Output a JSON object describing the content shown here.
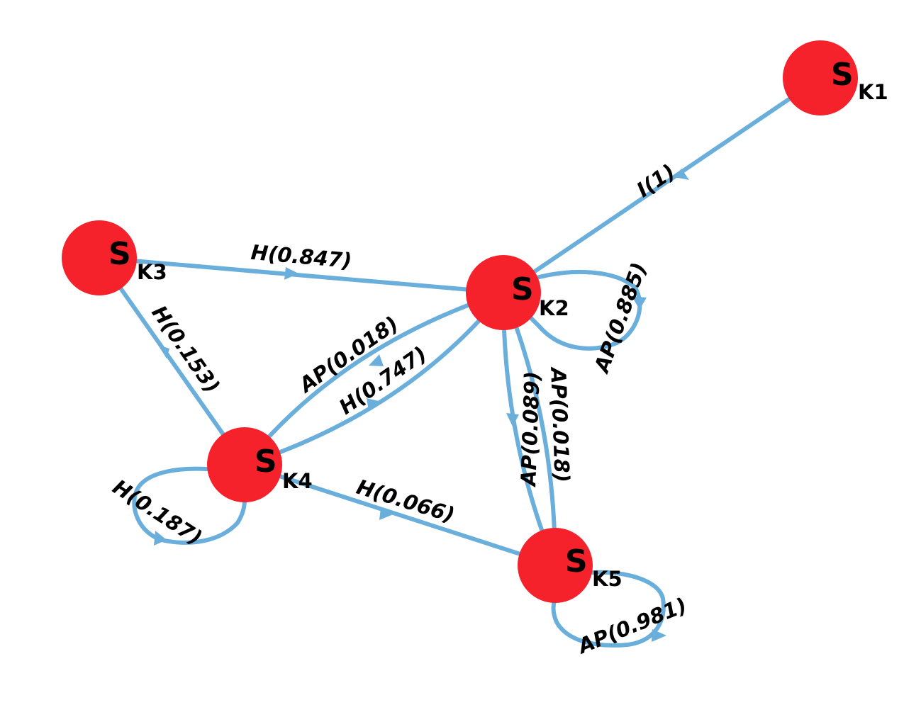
{
  "nodes": [
    {
      "id": "K1",
      "main": "S",
      "sub": "K1"
    },
    {
      "id": "K2",
      "main": "S",
      "sub": "K2"
    },
    {
      "id": "K3",
      "main": "S",
      "sub": "K3"
    },
    {
      "id": "K4",
      "main": "S",
      "sub": "K4"
    },
    {
      "id": "K5",
      "main": "S",
      "sub": "K5"
    }
  ],
  "edges": [
    {
      "from": "K1",
      "to": "K2",
      "label": "I(1)"
    },
    {
      "from": "K3",
      "to": "K2",
      "label": "H(0.847)"
    },
    {
      "from": "K3",
      "to": "K4",
      "label": "H(0.153)"
    },
    {
      "from": "K2",
      "to": "K4",
      "label": "AP(0.018)"
    },
    {
      "from": "K4",
      "to": "K2",
      "label": "H(0.747)"
    },
    {
      "from": "K2",
      "to": "K2",
      "label": "AP(0.885)"
    },
    {
      "from": "K2",
      "to": "K5",
      "label": "AP(0.089)"
    },
    {
      "from": "K5",
      "to": "K2",
      "label": "AP(0.018)"
    },
    {
      "from": "K4",
      "to": "K4",
      "label": "H(0.187)"
    },
    {
      "from": "K4",
      "to": "K5",
      "label": "H(0.066)"
    },
    {
      "from": "K5",
      "to": "K5",
      "label": "AP(0.981)"
    }
  ]
}
